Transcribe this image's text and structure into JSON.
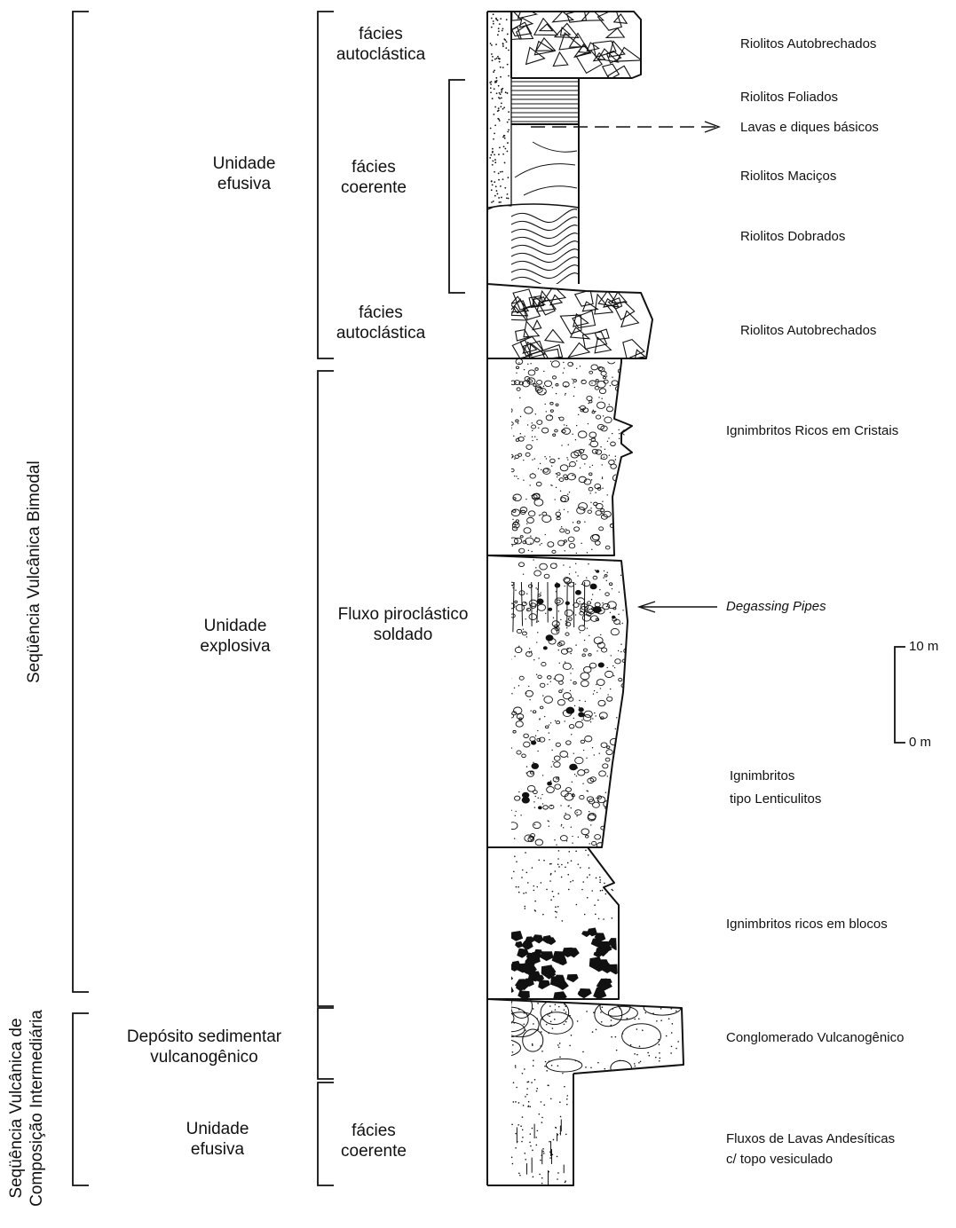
{
  "groups": {
    "bimodal": "Seqüência Vulcânica Bimodal",
    "intermediate_line1": "Seqüência Vulcânica de",
    "intermediate_line2": "Composição Intermediária"
  },
  "units": {
    "upper_efusiva": [
      "Unidade",
      "efusiva"
    ],
    "explosiva": [
      "Unidade",
      "explosiva"
    ],
    "sedimentar": [
      "Depósito sedimentar",
      "vulcanogênico"
    ],
    "lower_efusiva": [
      "Unidade",
      "efusiva"
    ]
  },
  "facies": {
    "autoclastica_top": [
      "fácies",
      "autoclástica"
    ],
    "coerente_upper": [
      "fácies",
      "coerente"
    ],
    "autoclastica_mid": [
      "fácies",
      "autoclástica"
    ],
    "piroclastico": [
      "Fluxo piroclástico",
      "soldado"
    ],
    "coerente_lower": [
      "fácies",
      "coerente"
    ]
  },
  "lithologies": {
    "riolitos_autobrechados_top": "Riolitos Autobrechados",
    "riolitos_foliados": "Riolitos Foliados",
    "lavas_diques": "Lavas e diques básicos",
    "riolitos_macicos": "Riolitos Maciços",
    "riolitos_dobrados": "Riolitos Dobrados",
    "riolitos_autobrechados_mid": "Riolitos Autobrechados",
    "ignimbritos_cristais": "Ignimbritos Ricos em Cristais",
    "degassing_pipes": "Degassing Pipes",
    "ignimbritos_lenticulitos_line1": "Ignimbritos",
    "ignimbritos_lenticulitos_line2": "tipo Lenticulitos",
    "ignimbritos_blocos": "Ignimbritos ricos em blocos",
    "conglomerado": "Conglomerado Vulcanogênico",
    "fluxos_line1": "Fluxos de Lavas Andesíticas",
    "fluxos_line2": "c/ topo vesiculado"
  },
  "scale_bar": {
    "top_label": "10 m",
    "bottom_label": "0 m"
  },
  "colors": {
    "ink": "#111111",
    "fill": "#ffffff"
  }
}
